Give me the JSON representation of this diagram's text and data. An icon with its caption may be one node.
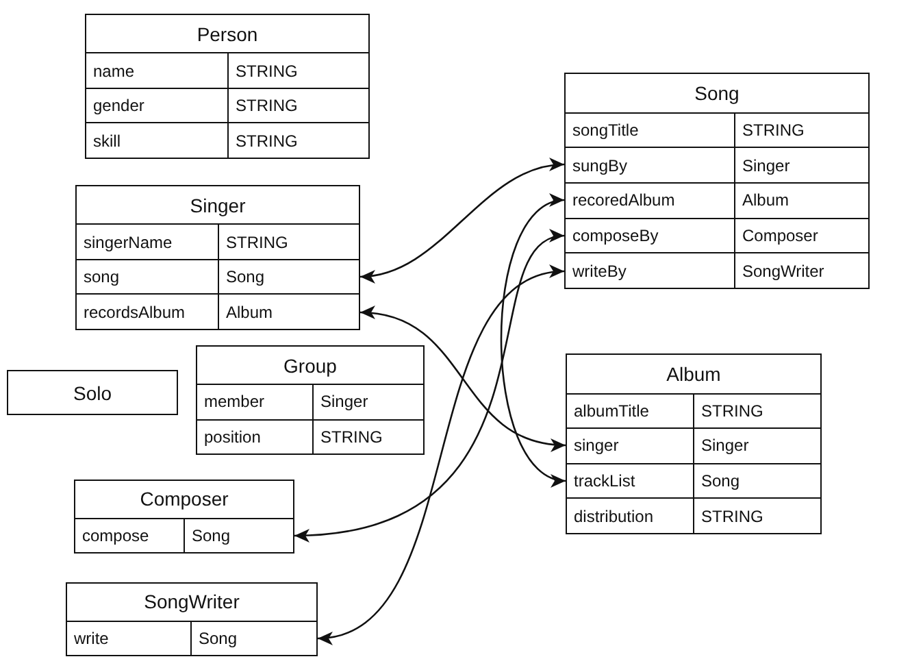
{
  "diagram": {
    "nodes": [
      {
        "text": [
          "Person"
        ]
      },
      {
        "text": [
          "name",
          "STRING"
        ],
        "in": 0
      },
      {
        "text": [
          "gender",
          "STRING"
        ],
        "in": 0
      },
      {
        "text": [
          "skill",
          "STRING"
        ],
        "in": 0
      },
      {
        "text": [
          "Singer"
        ]
      },
      {
        "text": [
          "singerName",
          "STRING"
        ],
        "in": 4
      },
      {
        "text": [
          "song",
          "Song"
        ],
        "in": 4
      },
      {
        "text": [
          "recordsAlbum",
          "Album"
        ],
        "in": 4
      },
      {
        "text": [
          "Song"
        ]
      },
      {
        "text": [
          "songTitle",
          "STRING"
        ],
        "in": 8
      },
      {
        "text": [
          "sungBy",
          "Singer"
        ],
        "in": 8
      },
      {
        "text": [
          "recoredAlbum",
          "Album"
        ],
        "in": 8
      },
      {
        "text": [
          "composeBy",
          "Composer"
        ],
        "in": 8
      },
      {
        "text": [
          "writeBy",
          "SongWriter"
        ],
        "in": 8
      },
      {
        "text": [
          "Solo"
        ]
      },
      {
        "text": [
          "Group"
        ]
      },
      {
        "text": [
          "member",
          "Singer"
        ],
        "in": 15
      },
      {
        "text": [
          "position",
          "STRING"
        ],
        "in": 15
      },
      {
        "text": [
          "Album"
        ]
      },
      {
        "text": [
          "albumTitle",
          "STRING"
        ],
        "in": 18
      },
      {
        "text": [
          "singer",
          "Singer"
        ],
        "in": 18
      },
      {
        "text": [
          "trackList",
          "Song"
        ],
        "in": 18
      },
      {
        "text": [
          "distribution",
          "STRING"
        ],
        "in": 18
      },
      {
        "text": [
          "Composer"
        ]
      },
      {
        "text": [
          "compose",
          "Song"
        ],
        "in": 23
      },
      {
        "text": [
          "SongWriter"
        ]
      },
      {
        "text": [
          "write",
          "Song"
        ],
        "in": 25
      }
    ],
    "edges": [
      {
        "from": 6,
        "to": 10,
        "arrow": "both"
      },
      {
        "from": 7,
        "to": 20,
        "arrow": "both"
      },
      {
        "from": 11,
        "to": 21,
        "arrow": "both"
      },
      {
        "from": 12,
        "to": 24,
        "arrow": "both"
      },
      {
        "from": 13,
        "to": 26,
        "arrow": "both"
      }
    ]
  }
}
